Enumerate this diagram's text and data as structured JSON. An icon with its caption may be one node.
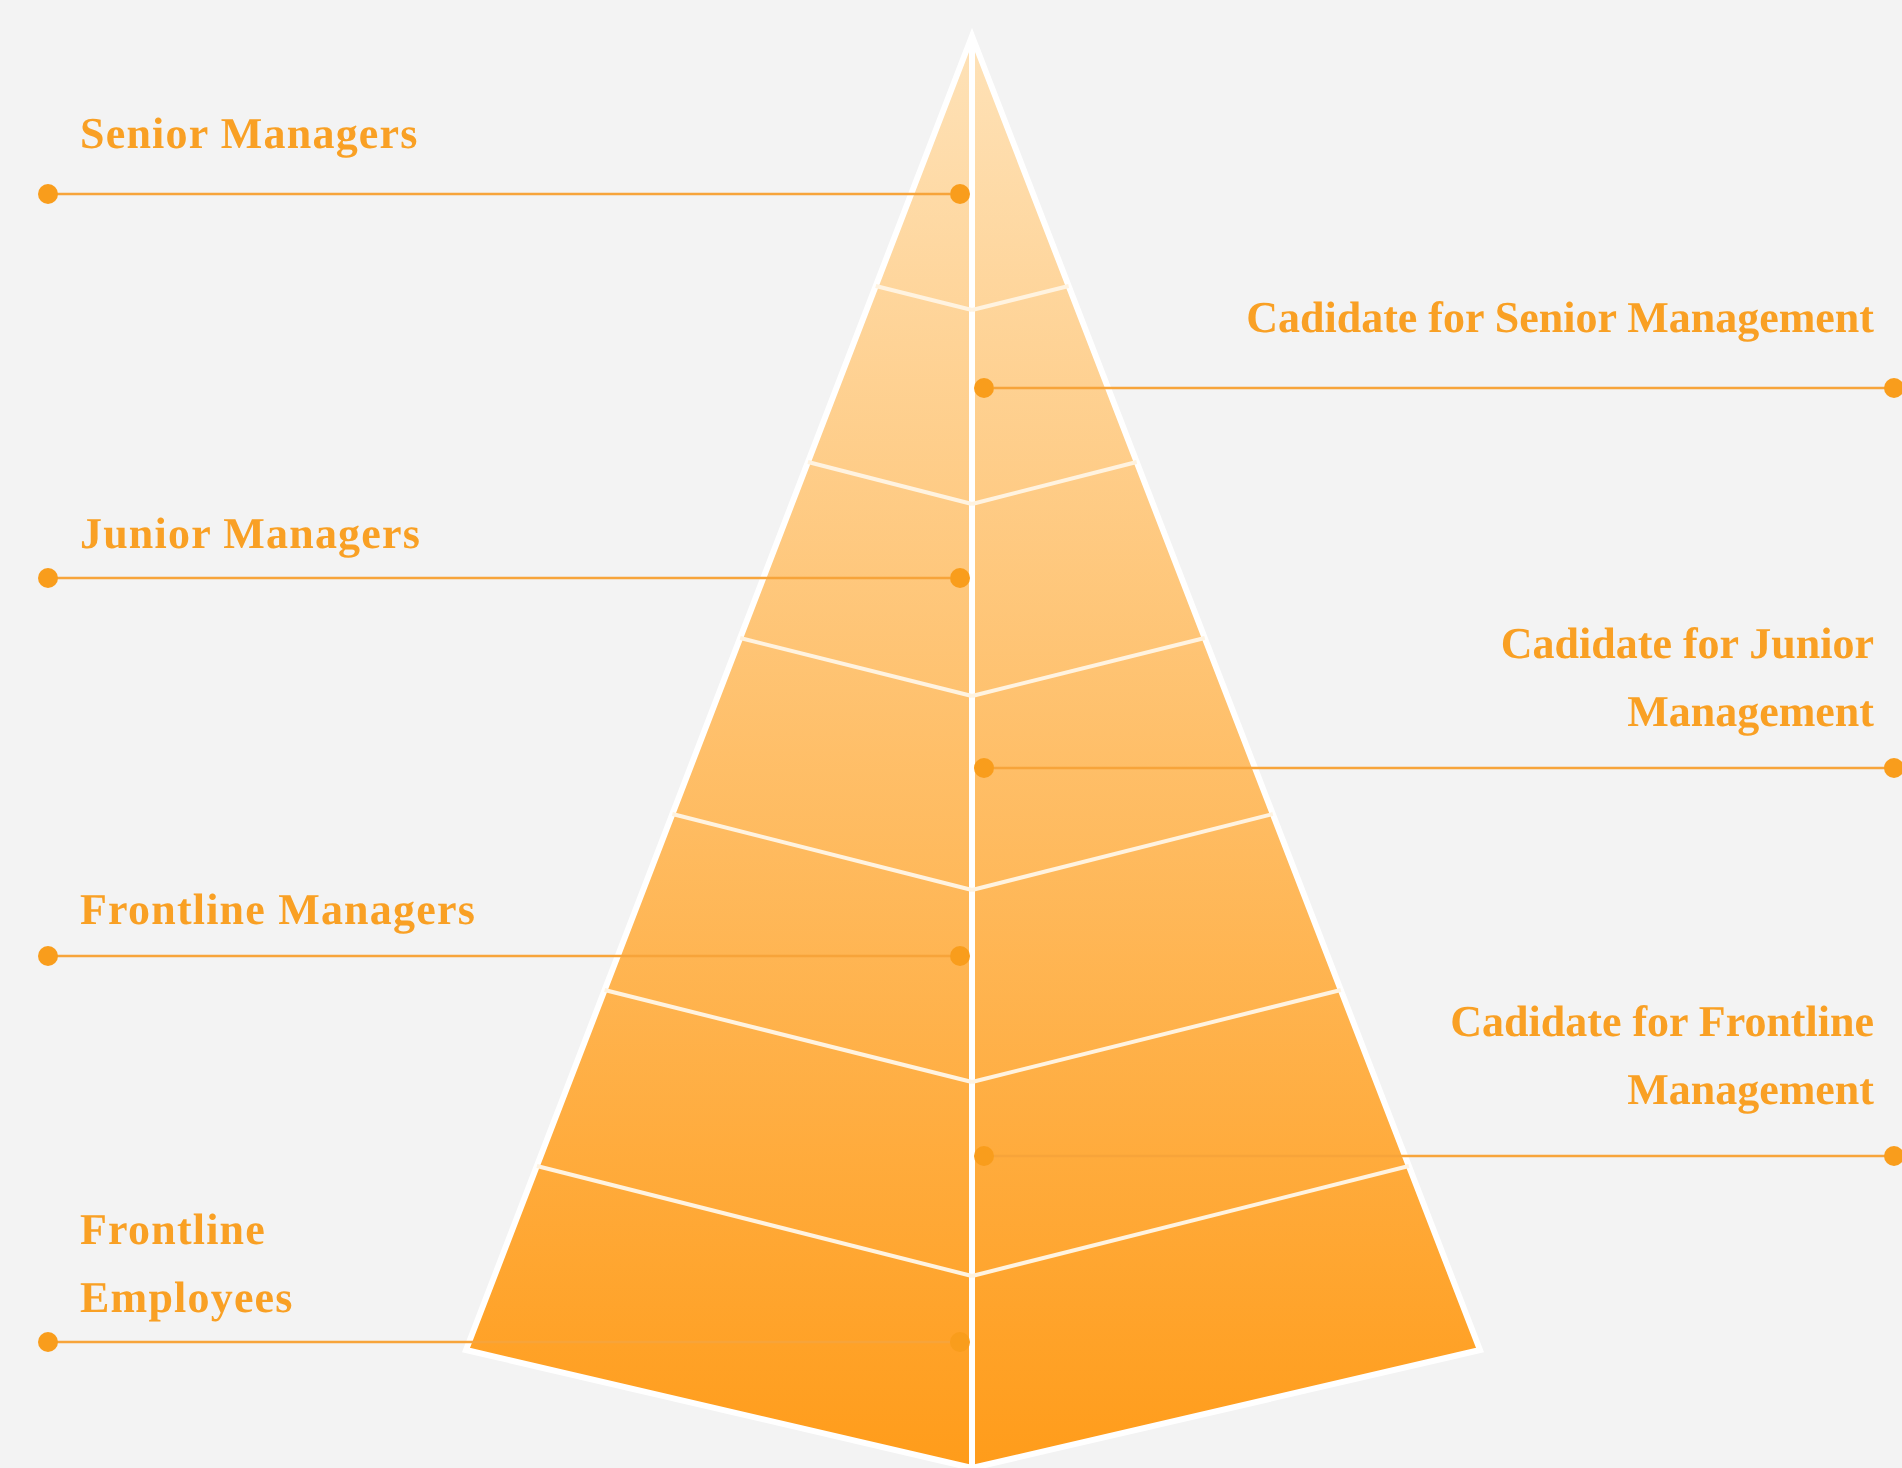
{
  "diagram": {
    "nodes": [
      {
        "text": [
          "Senior Managers"
        ]
      },
      {
        "text": [
          "Cadidate for Senior Management"
        ]
      },
      {
        "text": [
          "Junior Managers"
        ]
      },
      {
        "text": [
          "Cadidate for Junior Management"
        ]
      },
      {
        "text": [
          "Frontline Managers"
        ]
      },
      {
        "text": [
          "Cadidate for Frontline Management"
        ]
      },
      {
        "text": [
          "Frontline Employees"
        ]
      },
      {
        "text": [],
        "shape": "circle"
      },
      {
        "text": [],
        "shape": "circle"
      },
      {
        "text": [],
        "shape": "circle"
      },
      {
        "text": [],
        "shape": "circle"
      },
      {
        "text": [],
        "shape": "circle"
      },
      {
        "text": [],
        "shape": "circle"
      },
      {
        "text": [],
        "shape": "circle"
      }
    ],
    "edges": [
      {
        "from": 0,
        "to": 7,
        "arrow": "other"
      },
      {
        "from": 1,
        "to": 8,
        "arrow": "other"
      },
      {
        "from": 2,
        "to": 9,
        "arrow": "other"
      },
      {
        "from": 3,
        "to": 10,
        "arrow": "other"
      },
      {
        "from": 4,
        "to": 11,
        "arrow": "other"
      },
      {
        "from": 5,
        "to": 12,
        "arrow": "other"
      },
      {
        "from": 6,
        "to": 13,
        "arrow": "other"
      }
    ]
  }
}
